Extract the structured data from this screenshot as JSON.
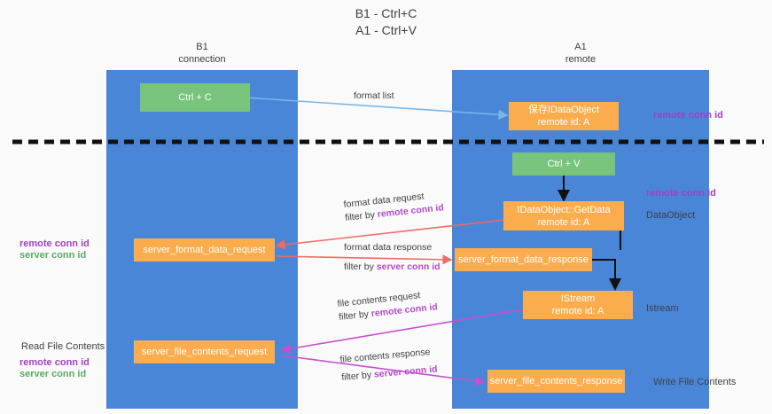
{
  "title": {
    "line1": "B1 - Ctrl+C",
    "line2": "A1 - Ctrl+V"
  },
  "lanes": [
    {
      "id": "b1",
      "name": "B1",
      "sub": "connection"
    },
    {
      "id": "a1",
      "name": "A1",
      "sub": "remote"
    }
  ],
  "colors": {
    "lane": "#4a86d8",
    "green_box": "#79c47d",
    "orange_box": "#fbad4d",
    "purple_text": "#a33fc4",
    "green_text": "#5bab5f",
    "highlight": "#b44ad0",
    "arrow_blue": "#7ab6e8",
    "arrow_red": "#ef6a62",
    "arrow_magenta": "#c74fd0",
    "arrow_black": "#000000",
    "background": "#fafafa"
  },
  "boxes": {
    "ctrl_c": {
      "line1": "Ctrl + C",
      "line2": ""
    },
    "save_idataobject": {
      "line1": "保存IDataObject",
      "line2": "remote id: A"
    },
    "ctrl_v": {
      "line1": "Ctrl + V",
      "line2": ""
    },
    "getdata": {
      "line1": "IDataObject::GetData",
      "line2": "remote id: A"
    },
    "server_format_data_request": {
      "line1": "server_format_data_request",
      "line2": ""
    },
    "server_format_data_response": {
      "line1": "server_format_data_response",
      "line2": ""
    },
    "istream": {
      "line1": "IStream",
      "line2": "remote id: A"
    },
    "server_file_contents_request": {
      "line1": "server_file_contents_request",
      "line2": ""
    },
    "server_file_contents_response": {
      "line1": "server_file_contents_response",
      "line2": ""
    }
  },
  "right_labels": {
    "remote_conn_id_top": "remote conn id",
    "remote_conn_id_mid": "remote conn id",
    "dataobject": "DataObject",
    "istream": "Istream",
    "write_file_contents": "Write File Contents"
  },
  "left_labels": {
    "remote_conn_id_mid": "remote conn id",
    "server_conn_id_mid": "server conn id",
    "read_file_contents": "Read File Contents",
    "remote_conn_id_bottom": "remote conn id",
    "server_conn_id_bottom": "server conn id"
  },
  "arrow_labels": {
    "format_list": "format list",
    "format_data_request": "format data request",
    "format_data_request_filter_prefix": "filter by ",
    "format_data_request_filter_key": "remote conn id",
    "format_data_response": "format data response",
    "format_data_response_filter_prefix": "filter by ",
    "format_data_response_filter_key": "server conn id",
    "file_contents_request": "file contents request",
    "file_contents_request_filter_prefix": "filter by ",
    "file_contents_request_filter_key": "remote conn id",
    "file_contents_response": "file contents response",
    "file_contents_response_filter_prefix": "filter by ",
    "file_contents_response_filter_key": "server conn id"
  }
}
